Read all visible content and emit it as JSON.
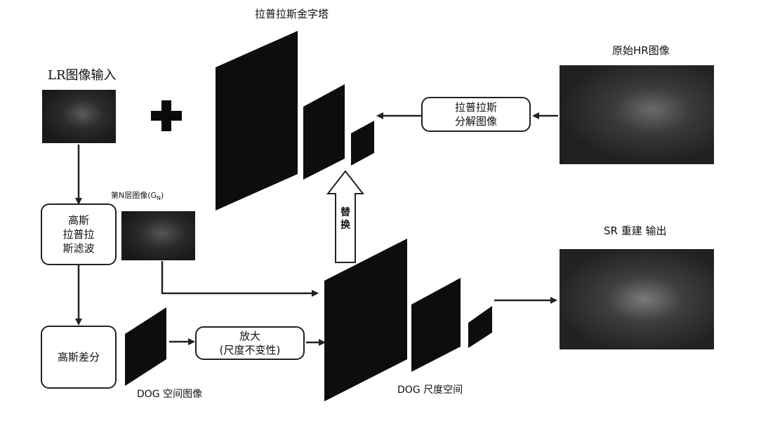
{
  "labels": {
    "lr_input": "LR图像输入",
    "pyramid_title": "拉普拉斯金字塔",
    "original_hr": "原始HR图像",
    "nth_layer": "第N层图像(G",
    "nth_layer_sub": "N",
    "nth_layer_close": ")",
    "sr_output": "SR 重建 输出",
    "dog_space_image": "DOG 空间图像",
    "dog_scale_space": "DOG 尺度空间",
    "replace": "替换"
  },
  "boxes": {
    "gauss_laplace": [
      "高斯",
      "拉普拉",
      "斯滤波"
    ],
    "gauss_diff": [
      "高斯差分"
    ],
    "laplace_decomp": [
      "拉普拉斯",
      "分解图像"
    ],
    "enlarge": [
      "放大",
      "(尺度不变性)"
    ]
  },
  "symbols": {
    "plus": "+"
  },
  "colors": {
    "arrow": "#222222",
    "layer": "#0d0d0d",
    "image_bg": "#1e1e1e"
  }
}
